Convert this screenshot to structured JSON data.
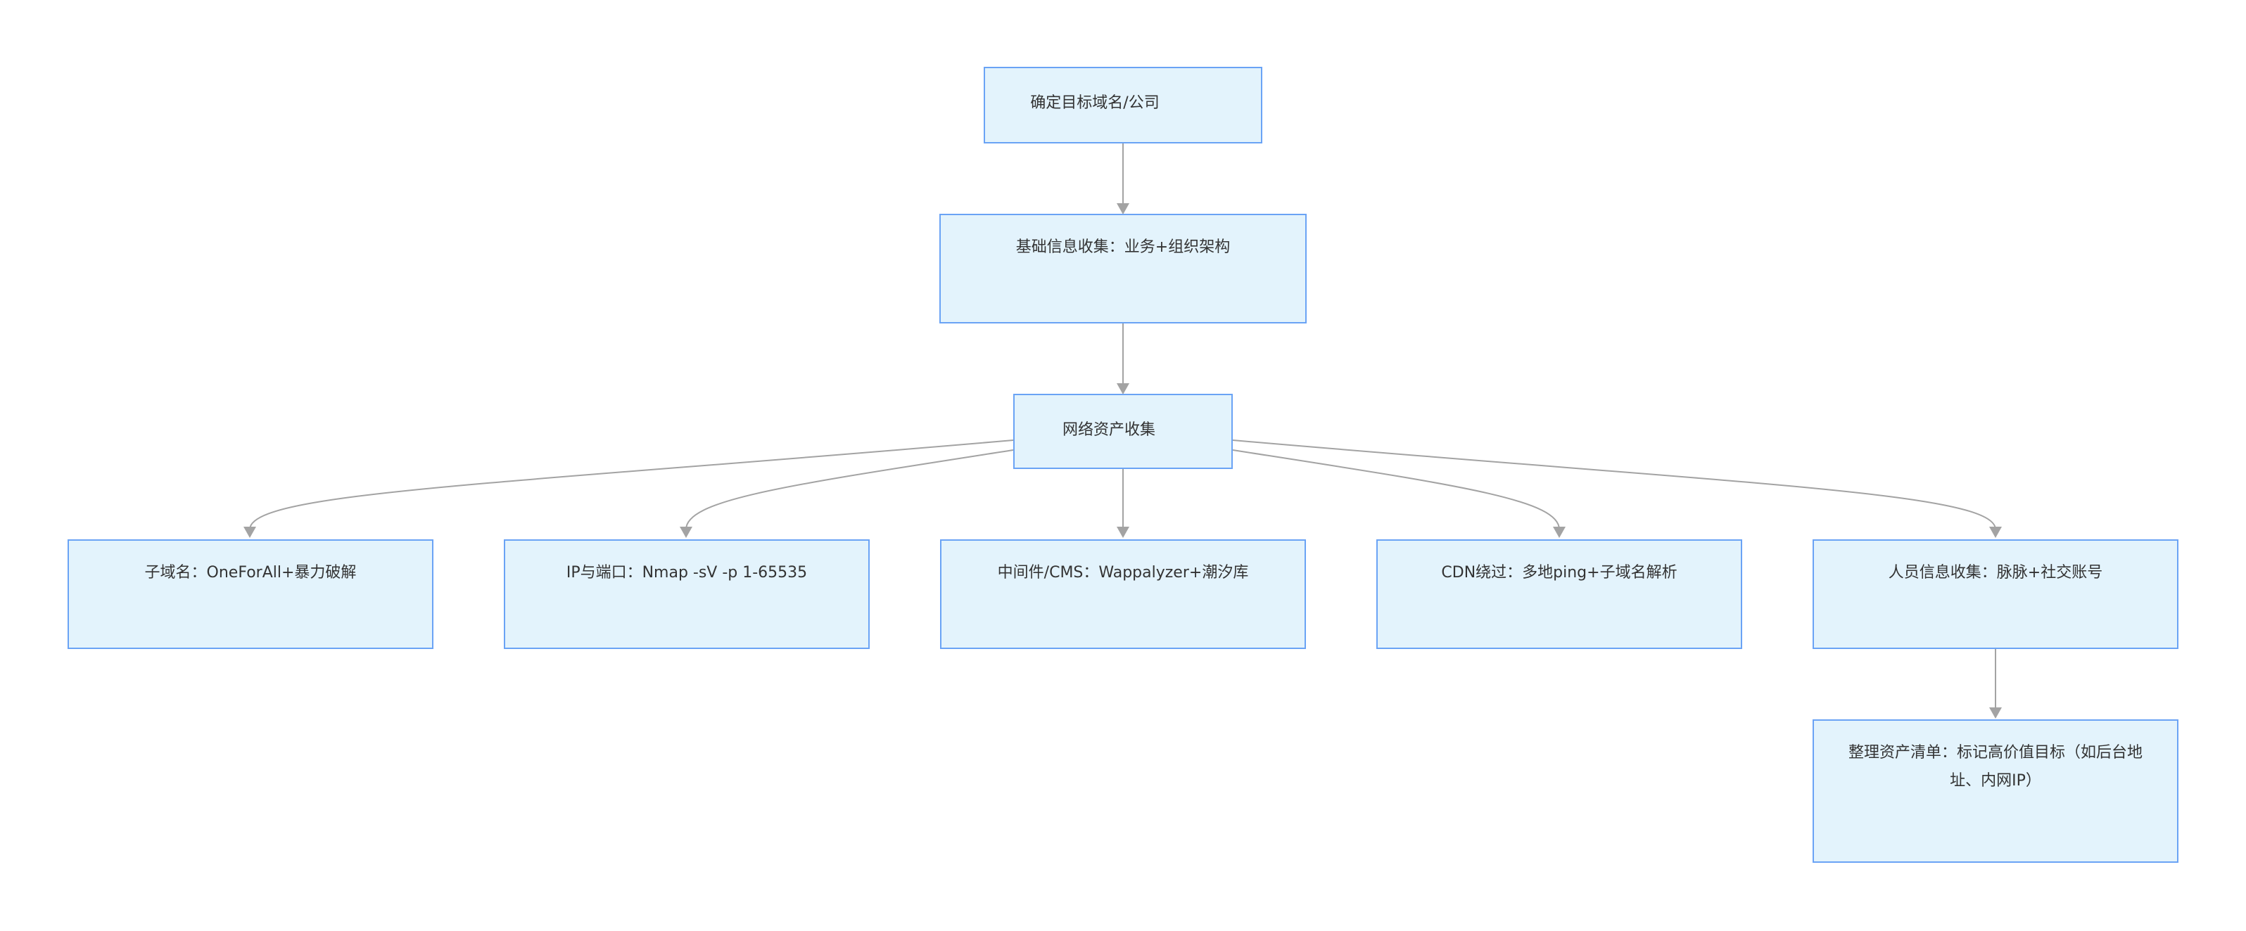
{
  "nodes": {
    "target": "确定目标域名/公司",
    "basic": "基础信息收集：业务+组织架构",
    "network": "网络资产收集",
    "subdomain": "子域名：OneForAll+暴力破解",
    "ipport": "IP与端口：Nmap -sV -p 1-65535",
    "middleware": "中间件/CMS：Wappalyzer+潮汐库",
    "cdn": "CDN绕过：多地ping+子域名解析",
    "people": "人员信息收集：脉脉+社交账号",
    "inventory": "整理资产清单：标记高价值目标（如后台地址、内网IP）"
  },
  "colors": {
    "node_fill": "#e3f3fc",
    "node_border": "#6aa3f5",
    "edge": "#a3a3a3",
    "text": "#333333"
  }
}
